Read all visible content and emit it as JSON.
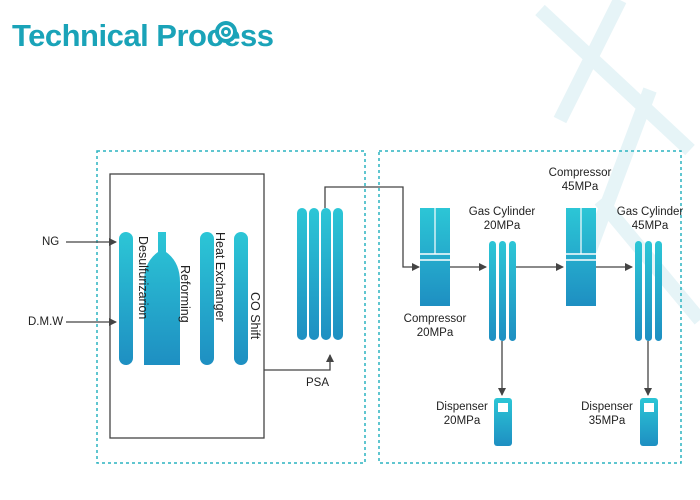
{
  "title": "Technical Process",
  "colors": {
    "accent": "#1aa3b8",
    "equipment_top": "#2cc6d6",
    "equipment_bottom": "#1e8fc2",
    "dashed_border": "#2bb3c0",
    "line": "#555555"
  },
  "icons": {
    "title": "gear-icon"
  },
  "inputs": {
    "ng": "NG",
    "dmw": "D.M.W"
  },
  "units": {
    "desulfurization": "Desulfurizarion",
    "reforming": "Reforming",
    "heat_exchanger": "Heat Exchanger",
    "co_shift": "CO Shift",
    "psa": "PSA",
    "compressor_20": {
      "line1": "Compressor",
      "line2": "20MPa"
    },
    "gas_cylinder_20": {
      "line1": "Gas Cylinder",
      "line2": "20MPa"
    },
    "compressor_45": {
      "line1": "Compressor",
      "line2": "45MPa"
    },
    "gas_cylinder_45": {
      "line1": "Gas Cylinder",
      "line2": "45MPa"
    },
    "dispenser_20": {
      "line1": "Dispenser",
      "line2": "20MPa"
    },
    "dispenser_35": {
      "line1": "Dispenser",
      "line2": "35MPa"
    }
  }
}
